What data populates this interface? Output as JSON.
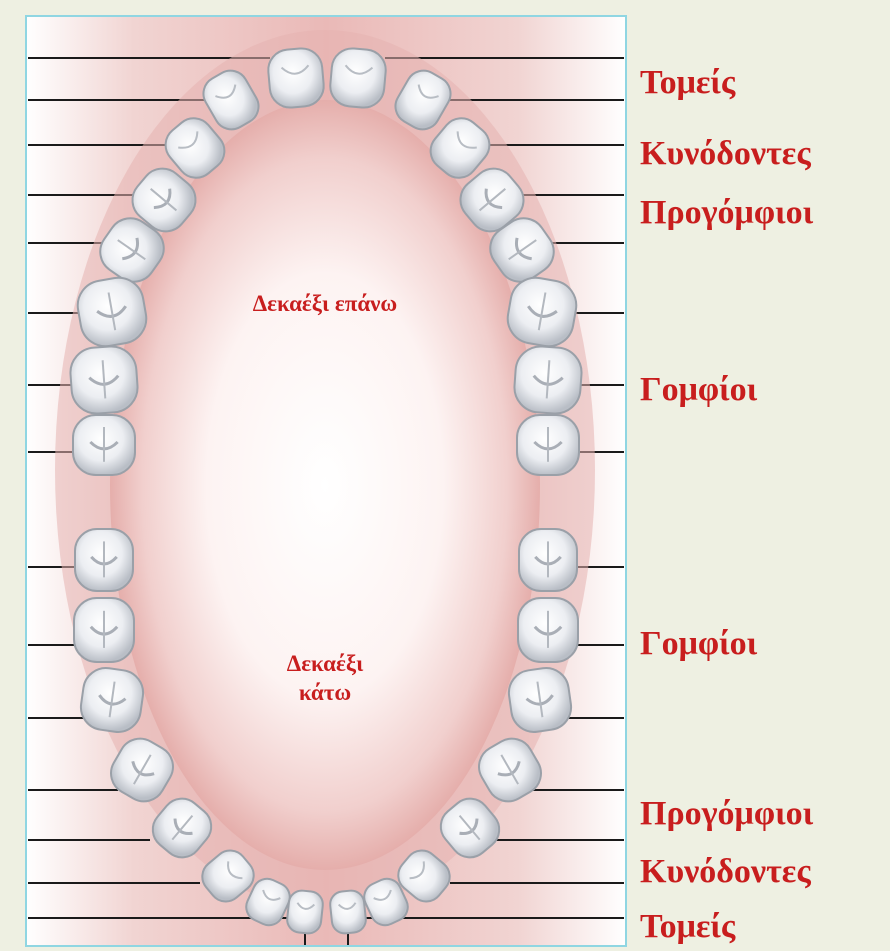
{
  "labels": {
    "upper": {
      "incisors": "Τομείς",
      "canines": "Κυνόδοντες",
      "premolars": "Προγόμφιοι",
      "molars": "Γομφίοι"
    },
    "lower": {
      "molars": "Γομφίοι",
      "premolars": "Προγόμφιοι",
      "canines": "Κυνόδοντες",
      "incisors": "Τομείς"
    }
  },
  "mouth": {
    "upper_jaw": "Δεκαέξι επάνω",
    "lower_jaw_line1": "Δεκαέξι",
    "lower_jaw_line2": "κάτω"
  },
  "colors": {
    "label_text": "#c81e1e",
    "page_background": "#eef0e2",
    "frame_border": "#8fd6e2",
    "gum_pink": "#e7b8b6",
    "tooth_fill": "#f2f2f4",
    "tooth_outline": "#9aa0a8",
    "guide_line": "#1a1a1a"
  }
}
